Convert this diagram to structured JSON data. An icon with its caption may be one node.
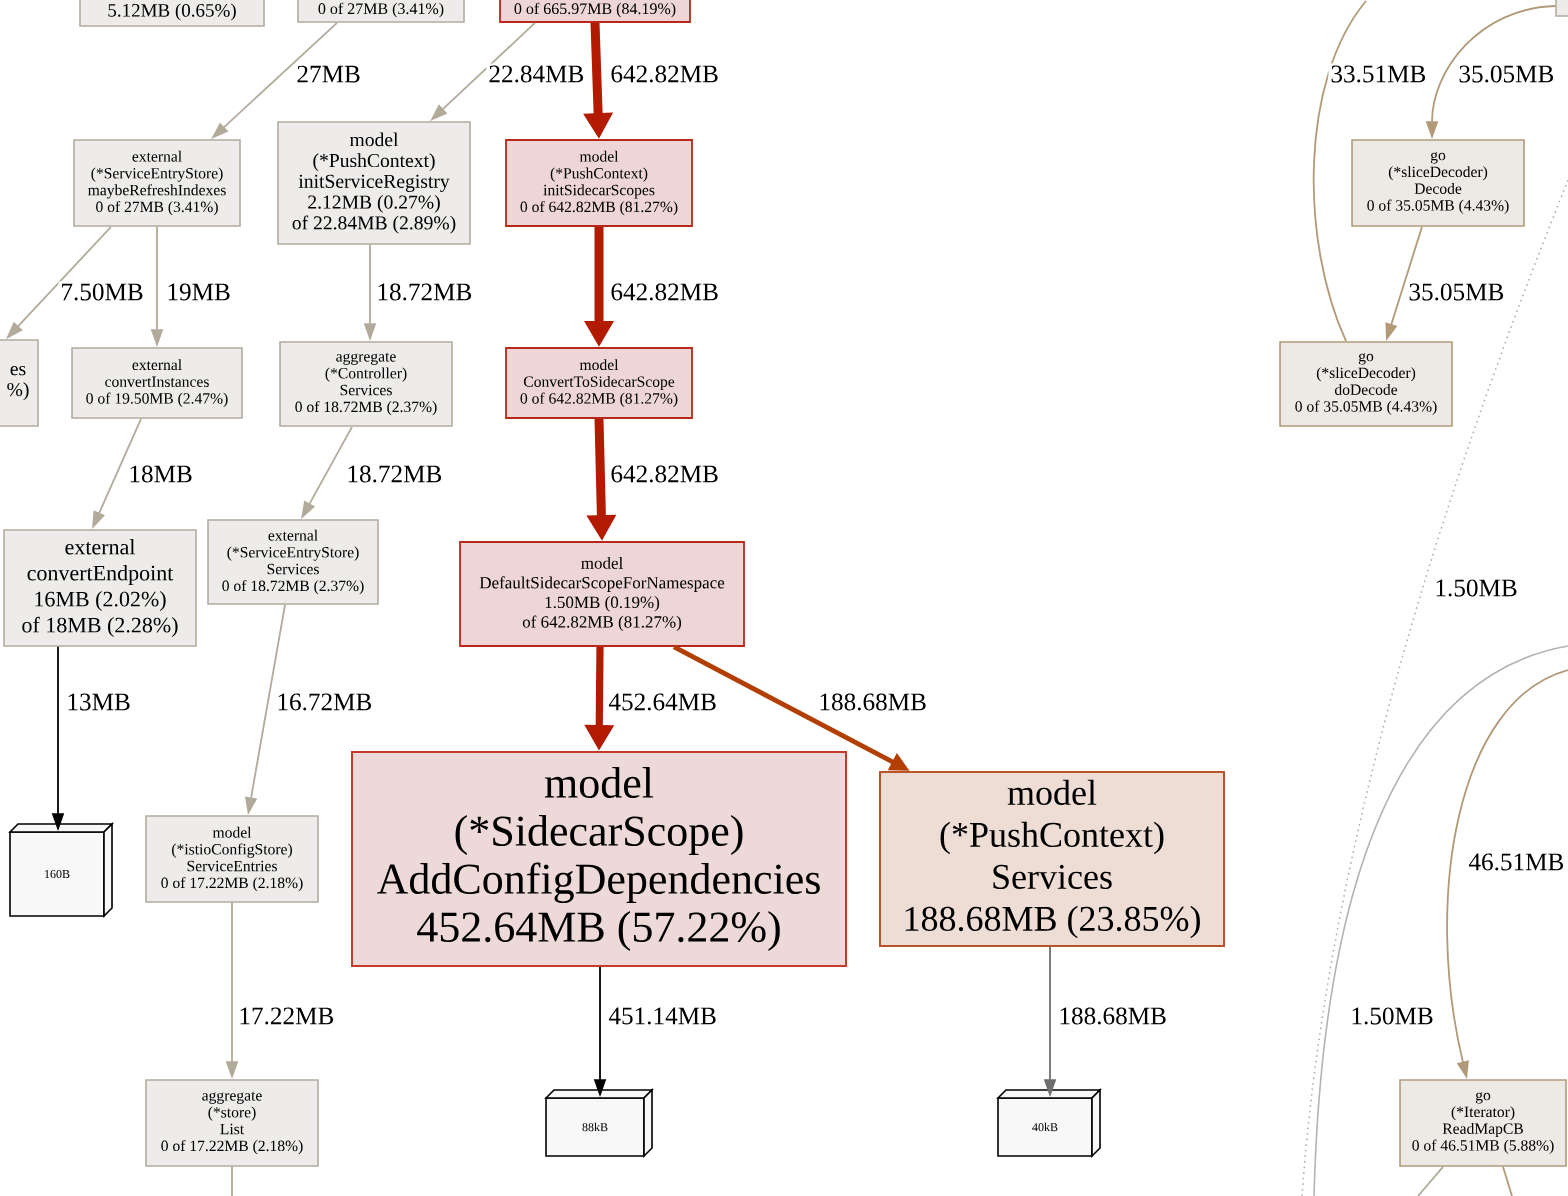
{
  "diagram": {
    "nodes": [
      {
        "text": [
          "5.12MB (0.65%)"
        ]
      },
      {
        "text": [
          "0 of 27MB (3.41%)"
        ]
      },
      {
        "text": [
          "0 of 665.97MB (84.19%)"
        ]
      },
      {
        "text": [
          "external",
          "(*ServiceEntryStore)",
          "maybeRefreshIndexes",
          "0 of 27MB (3.41%)"
        ]
      },
      {
        "text": [
          "model",
          "(*PushContext)",
          "initServiceRegistry",
          "2.12MB (0.27%)",
          "of 22.84MB (2.89%)"
        ]
      },
      {
        "text": [
          "model",
          "(*PushContext)",
          "initSidecarScopes",
          "0 of 642.82MB (81.27%)"
        ]
      },
      {
        "text": [
          "es",
          "%)"
        ]
      },
      {
        "text": [
          "external",
          "convertInstances",
          "0 of 19.50MB (2.47%)"
        ]
      },
      {
        "text": [
          "aggregate",
          "(*Controller)",
          "Services",
          "0 of 18.72MB (2.37%)"
        ]
      },
      {
        "text": [
          "model",
          "ConvertToSidecarScope",
          "0 of 642.82MB (81.27%)"
        ]
      },
      {
        "text": [
          "external",
          "convertEndpoint",
          "16MB (2.02%)",
          "of 18MB (2.28%)"
        ]
      },
      {
        "text": [
          "model",
          "DefaultSidecarScopeForNamespace",
          "1.50MB (0.19%)",
          "of 642.82MB (81.27%)"
        ]
      },
      {
        "text": [
          "external",
          "(*ServiceEntryStore)",
          "Services",
          "0 of 18.72MB (2.37%)"
        ]
      },
      {
        "text": [
          "go",
          "(*sliceDecoder)",
          "Decode",
          "0 of 35.05MB (4.43%)"
        ]
      },
      {
        "text": [
          "go",
          "(*sliceDecoder)",
          "doDecode",
          "0 of 35.05MB (4.43%)"
        ]
      },
      {
        "text": [],
        "shape": "box"
      },
      {
        "text": [
          "160B"
        ]
      },
      {
        "text": [
          "model",
          "(*istioConfigStore)",
          "ServiceEntries",
          "0 of 17.22MB (2.18%)"
        ]
      },
      {
        "text": [
          "model",
          "(*SidecarScope)",
          "AddConfigDependencies",
          "452.64MB (57.22%)"
        ]
      },
      {
        "text": [
          "model",
          "(*PushContext)",
          "Services",
          "188.68MB (23.85%)"
        ]
      },
      {
        "text": [
          "aggregate",
          "(*store)",
          "List",
          "0 of 17.22MB (2.18%)"
        ]
      },
      {
        "text": [
          "88kB"
        ]
      },
      {
        "text": [
          "40kB"
        ]
      },
      {
        "text": [
          "go",
          "(*Iterator)",
          "ReadMapCB",
          "0 of 46.51MB (5.88%)"
        ]
      }
    ],
    "edges": [
      {
        "from": 1,
        "to": 3,
        "arrow": "to",
        "label": "27MB"
      },
      {
        "from": 2,
        "to": 4,
        "arrow": "to",
        "label": "22.84MB"
      },
      {
        "from": 2,
        "to": 5,
        "arrow": "to",
        "label": "642.82MB",
        "style": "thick",
        "color": "#b21b00"
      },
      {
        "from": 3,
        "to": 6,
        "arrow": "to",
        "label": "7.50MB"
      },
      {
        "from": 3,
        "to": 7,
        "arrow": "to",
        "label": "19MB"
      },
      {
        "from": 4,
        "to": 8,
        "arrow": "to",
        "label": "18.72MB"
      },
      {
        "from": 5,
        "to": 9,
        "arrow": "to",
        "label": "642.82MB",
        "style": "thick",
        "color": "#b21b00"
      },
      {
        "from": 7,
        "to": 10,
        "arrow": "to",
        "label": "18MB"
      },
      {
        "from": 8,
        "to": 12,
        "arrow": "to",
        "label": "18.72MB"
      },
      {
        "from": 9,
        "to": 11,
        "arrow": "to",
        "label": "642.82MB",
        "style": "thick",
        "color": "#b21b00"
      },
      {
        "from": 10,
        "to": 16,
        "arrow": "to",
        "label": "13MB",
        "color": "#000000"
      },
      {
        "from": 12,
        "to": 17,
        "arrow": "to",
        "label": "16.72MB"
      },
      {
        "from": 11,
        "to": 18,
        "arrow": "to",
        "label": "452.64MB",
        "style": "thick",
        "color": "#b21b00"
      },
      {
        "from": 11,
        "to": 19,
        "arrow": "to",
        "label": "188.68MB",
        "style": "thick",
        "color": "#b23f00"
      },
      {
        "from": 17,
        "to": 20,
        "arrow": "to",
        "label": "17.22MB"
      },
      {
        "from": 20,
        "to": null,
        "arrow": "none"
      },
      {
        "from": 18,
        "to": 21,
        "arrow": "to",
        "label": "451.14MB",
        "color": "#000000"
      },
      {
        "from": 19,
        "to": 22,
        "arrow": "to",
        "label": "188.68MB",
        "color": "#6e6e6e"
      },
      {
        "from": 15,
        "to": 13,
        "arrow": "to",
        "label": "35.05MB",
        "color": "#b29a78"
      },
      {
        "from": 14,
        "to": null,
        "arrow": "none",
        "label": "33.51MB",
        "color": "#b29a78"
      },
      {
        "from": 13,
        "to": 14,
        "arrow": "to",
        "label": "35.05MB",
        "color": "#b29a78"
      },
      {
        "from": null,
        "to": 23,
        "arrow": "to",
        "label": "46.51MB",
        "color": "#b29a78"
      },
      {
        "from": 23,
        "to": null,
        "arrow": "none"
      },
      {
        "from": 23,
        "to": null,
        "arrow": "none",
        "color": "#b29a78"
      }
    ],
    "labels": [
      "1.50MB",
      "1.50MB"
    ]
  }
}
